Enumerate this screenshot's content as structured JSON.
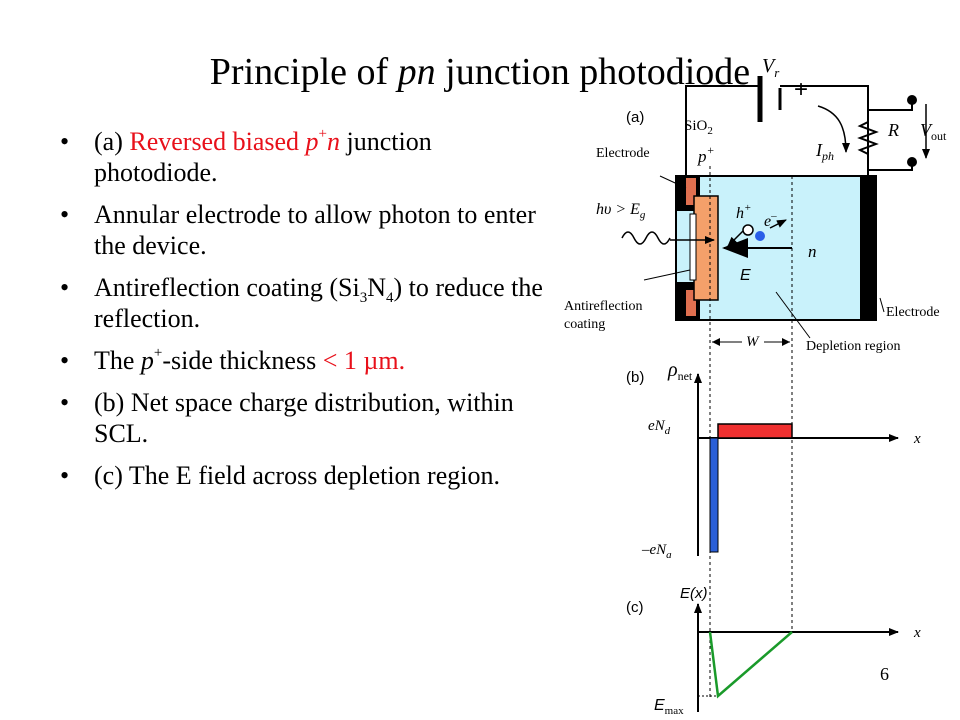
{
  "title": {
    "part1": "Principle of ",
    "part2": "pn",
    "part3": " junction photodiode"
  },
  "bullets": [
    {
      "pre": "(a) ",
      "red": "Reversed biased ",
      "redi": "p",
      "redsup": "+",
      "redi2": "n",
      "post": " junction photodiode."
    },
    {
      "text": "Annular electrode to allow photon to enter the device."
    },
    {
      "pre": "Antireflection coating (Si",
      "sub1": "3",
      "mid": "N",
      "sub2": "4",
      "post": ") to reduce the reflection."
    },
    {
      "pre": "The ",
      "i": "p",
      "sup": "+",
      "mid": "-side thickness ",
      "red": "< 1 µm."
    },
    {
      "text": "(b) Net space charge distribution, within SCL."
    },
    {
      "text": "(c) The E field across depletion region."
    }
  ],
  "page_number": "6",
  "diagram": {
    "colors": {
      "device_fill": "#c9f2fb",
      "p_region": "#f4a06a",
      "positive_charge": "#f03030",
      "negative_charge": "#2a5fd8",
      "field": "#1a9a2a",
      "electron": "#2a5fe8"
    },
    "labels": {
      "a": "(a)",
      "b": "(b)",
      "c": "(c)",
      "sio2": "SiO",
      "sio2_sub": "2",
      "p_plus": "p",
      "p_plus_sup": "+",
      "electrode_left": "Electrode",
      "electrode_right": "Electrode",
      "photon": "hυ > E",
      "photon_sub": "g",
      "hole": "h",
      "hole_sup": "+",
      "electron": "e",
      "electron_sup": "–",
      "n": "n",
      "E": "E",
      "antireflection": "Antireflection",
      "coating": "coating",
      "W": "W",
      "depletion": "Depletion region",
      "Vr": "V",
      "Vr_sub": "r",
      "plus": "+",
      "Iph": "I",
      "Iph_sub": "ph",
      "R": "R",
      "Vout": "V",
      "Vout_sub": "out",
      "rho": "ρ",
      "rho_sub": "net",
      "eNd": "eN",
      "eNd_sub": "d",
      "neg_eNa": "–eN",
      "neg_eNa_sub": "a",
      "x1": "x",
      "x2": "x",
      "Ex": "E(x)",
      "Emax": "E",
      "Emax_sub": "max"
    }
  }
}
